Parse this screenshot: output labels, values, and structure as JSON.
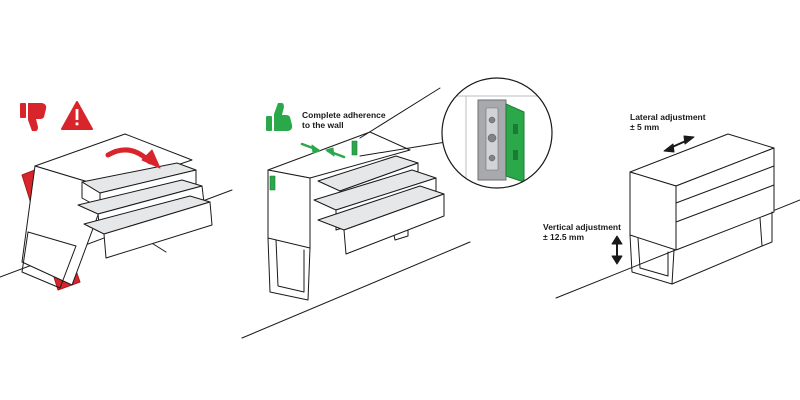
{
  "colors": {
    "warning_red": "#d8252b",
    "ok_green": "#2ba84a",
    "line": "#1a1a1a",
    "drawer_fill": "#e6e7e8",
    "detail_metal": "#a7a9ac"
  },
  "icons": {
    "panel1": [
      "thumbs-down-icon",
      "warning-triangle-icon"
    ],
    "panel2": [
      "thumbs-up-icon"
    ]
  },
  "panel2": {
    "label_line1": "Complete adherence",
    "label_line2": "to the wall"
  },
  "panel3": {
    "lateral_line1": "Lateral adjustment",
    "lateral_line2": "± 5 mm",
    "vertical_line1": "Vertical adjustment",
    "vertical_line2": "± 12.5 mm"
  }
}
